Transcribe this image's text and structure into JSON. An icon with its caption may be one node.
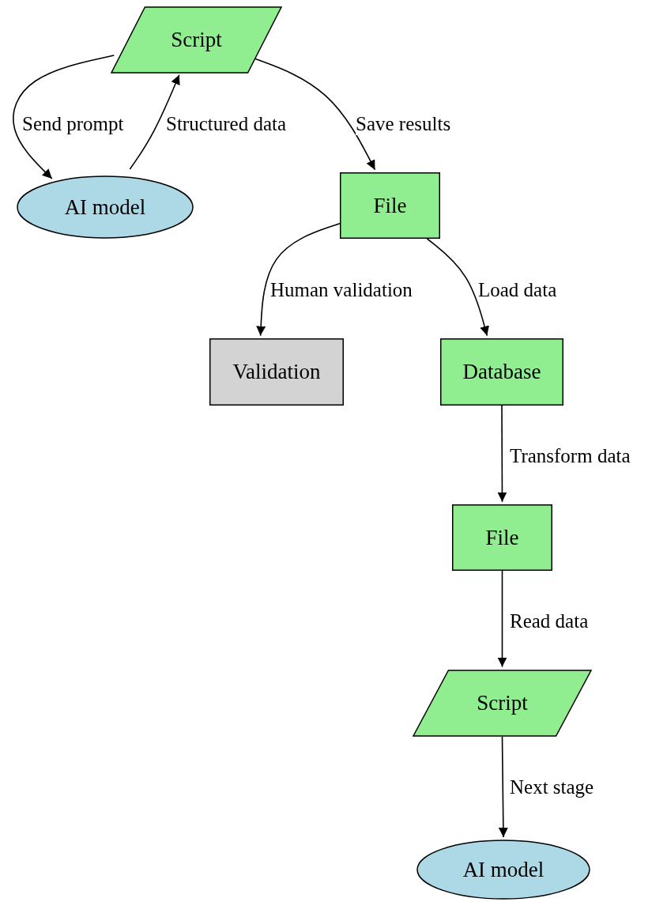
{
  "diagram": {
    "nodes": [
      {
        "text": [
          "Script"
        ]
      },
      {
        "text": [
          "AI model"
        ]
      },
      {
        "text": [
          "File"
        ]
      },
      {
        "text": [
          "Validation"
        ]
      },
      {
        "text": [
          "Database"
        ]
      },
      {
        "text": [
          "File"
        ]
      },
      {
        "text": [
          "Script"
        ]
      },
      {
        "text": [
          "AI model"
        ]
      }
    ],
    "edges": [
      {
        "from": 0,
        "to": 1,
        "arrow": "to",
        "label": "Send prompt"
      },
      {
        "from": 1,
        "to": 0,
        "arrow": "to",
        "label": "Structured data"
      },
      {
        "from": 0,
        "to": 2,
        "arrow": "to",
        "label": "Save results"
      },
      {
        "from": 2,
        "to": 3,
        "arrow": "to",
        "label": "Human validation"
      },
      {
        "from": 2,
        "to": 4,
        "arrow": "to",
        "label": "Load data"
      },
      {
        "from": 4,
        "to": 5,
        "arrow": "to",
        "label": "Transform data"
      },
      {
        "from": 5,
        "to": 6,
        "arrow": "to",
        "label": "Read data"
      },
      {
        "from": 6,
        "to": 7,
        "arrow": "to",
        "label": "Next stage"
      }
    ]
  }
}
